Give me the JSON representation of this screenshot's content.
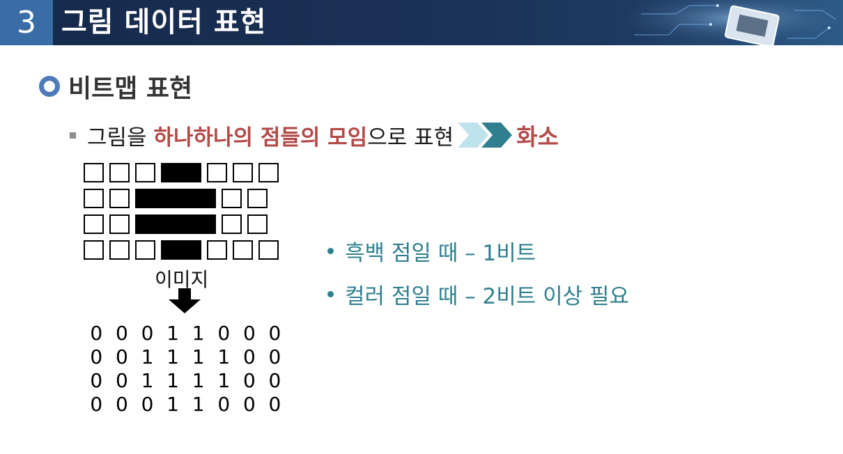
{
  "header": {
    "number": "3",
    "title": "그림 데이터 표현"
  },
  "section": {
    "title": "비트맵 표현"
  },
  "sub_bullet": {
    "prefix": "그림을 ",
    "highlight": "하나하나의 점들의 모임",
    "suffix": "으로 표현",
    "result": "화소"
  },
  "image_label": "이미지",
  "pixel_grid": [
    [
      0,
      0,
      0,
      1,
      1,
      0,
      0,
      0
    ],
    [
      0,
      0,
      1,
      1,
      1,
      1,
      0,
      0
    ],
    [
      0,
      0,
      1,
      1,
      1,
      1,
      0,
      0
    ],
    [
      0,
      0,
      0,
      1,
      1,
      0,
      0,
      0
    ]
  ],
  "binary_rows": [
    [
      "0",
      "0",
      "0",
      "1",
      "1",
      "0",
      "0",
      "0"
    ],
    [
      "0",
      "0",
      "1",
      "1",
      "1",
      "1",
      "0",
      "0"
    ],
    [
      "0",
      "0",
      "1",
      "1",
      "1",
      "1",
      "0",
      "0"
    ],
    [
      "0",
      "0",
      "0",
      "1",
      "1",
      "0",
      "0",
      "0"
    ]
  ],
  "info_bullets": [
    "흑백 점일 때 – 1비트",
    "컬러 점일 때 – 2비트 이상 필요"
  ],
  "colors": {
    "accent_red": "#b24a48",
    "teal": "#2f7f8f",
    "header_bg": "#1b3257",
    "header_num_bg": "#3a6da6"
  }
}
